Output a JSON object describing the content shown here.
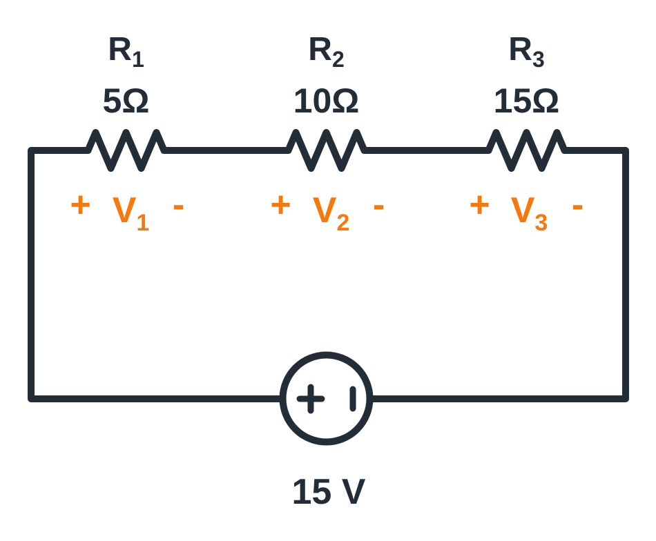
{
  "colors": {
    "wire": "#232D38",
    "text": "#232D38",
    "voltage": "#F7780E",
    "background": "#FFFFFF"
  },
  "resistors": [
    {
      "name": "R",
      "sub": "1",
      "value": "5Ω",
      "voltage": {
        "plus": "+",
        "name": "V",
        "sub": "1",
        "minus": "-"
      }
    },
    {
      "name": "R",
      "sub": "2",
      "value": "10Ω",
      "voltage": {
        "plus": "+",
        "name": "V",
        "sub": "2",
        "minus": "-"
      }
    },
    {
      "name": "R",
      "sub": "3",
      "value": "15Ω",
      "voltage": {
        "plus": "+",
        "name": "V",
        "sub": "3",
        "minus": "-"
      }
    }
  ],
  "source": {
    "label": "15 V",
    "plus_terminal": "plus-terminal-icon",
    "minus_terminal": "minus-terminal-icon"
  }
}
